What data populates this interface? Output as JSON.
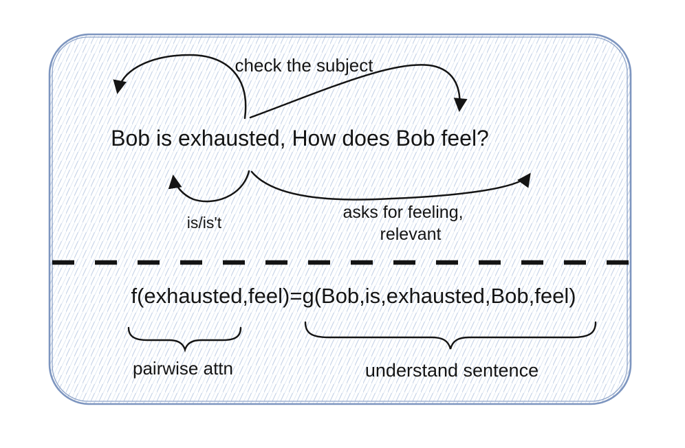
{
  "diagram": {
    "sentence": "Bob is exhausted, How does Bob feel?",
    "arrow_labels": {
      "check_subject": "check the subject",
      "is_isnt": "is/is't",
      "asks_feeling_line1": "asks for feeling,",
      "asks_feeling_line2": "relevant"
    },
    "formula": "f(exhausted,feel)=g(Bob,is,exhausted,Bob,feel)",
    "brace_labels": {
      "pairwise": "pairwise attn",
      "understand": "understand sentence"
    },
    "colors": {
      "frame_border": "#7d95bf",
      "hatch_line": "#c7d4e8",
      "hatch_line_light": "#e1e9f4",
      "ink": "#141414",
      "background": "#ffffff"
    }
  }
}
